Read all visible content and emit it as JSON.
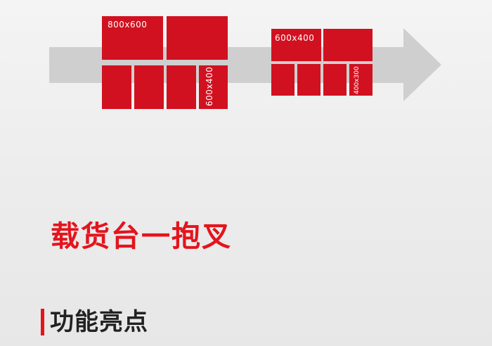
{
  "colors": {
    "accent_red": "#e4141d",
    "pallet_red": "#d11120",
    "arrow_gray": "#cfcfcf",
    "text_dark": "#222222",
    "background": "#eeeeee"
  },
  "diagram": {
    "arrow_icon": "right-arrow-icon",
    "left_group": {
      "label_top": "800x600",
      "label_side": "600x400"
    },
    "right_group": {
      "label_top": "600x400",
      "label_side": "400x300"
    }
  },
  "title": "载货台一抱叉",
  "section": {
    "heading": "功能亮点"
  }
}
